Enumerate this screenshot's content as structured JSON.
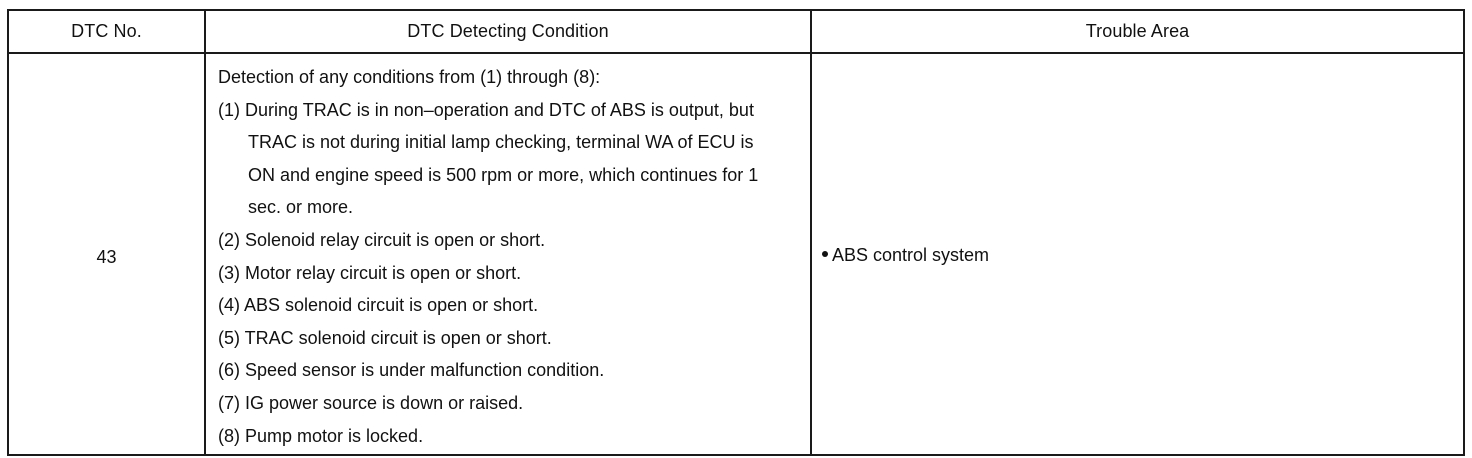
{
  "table": {
    "headers": {
      "dtc_no": "DTC No.",
      "condition": "DTC Detecting Condition",
      "trouble_area": "Trouble Area"
    },
    "row": {
      "dtc_no": "43",
      "condition_intro": "Detection of any conditions from (1) through (8):",
      "conditions": [
        "(1) During TRAC is in non–operation and DTC of ABS is output, but TRAC is not during initial lamp checking, terminal WA of ECU is ON and engine speed is 500 rpm or more, which continues for 1 sec. or more.",
        "(2) Solenoid relay circuit is open or short.",
        "(3) Motor relay circuit is open or short.",
        "(4) ABS solenoid circuit is open or short.",
        "(5) TRAC solenoid circuit is open or short.",
        "(6) Speed sensor is under malfunction condition.",
        "(7) IG power source is down or raised.",
        "(8) Pump motor is locked."
      ],
      "trouble_area": "ABS control system"
    }
  }
}
